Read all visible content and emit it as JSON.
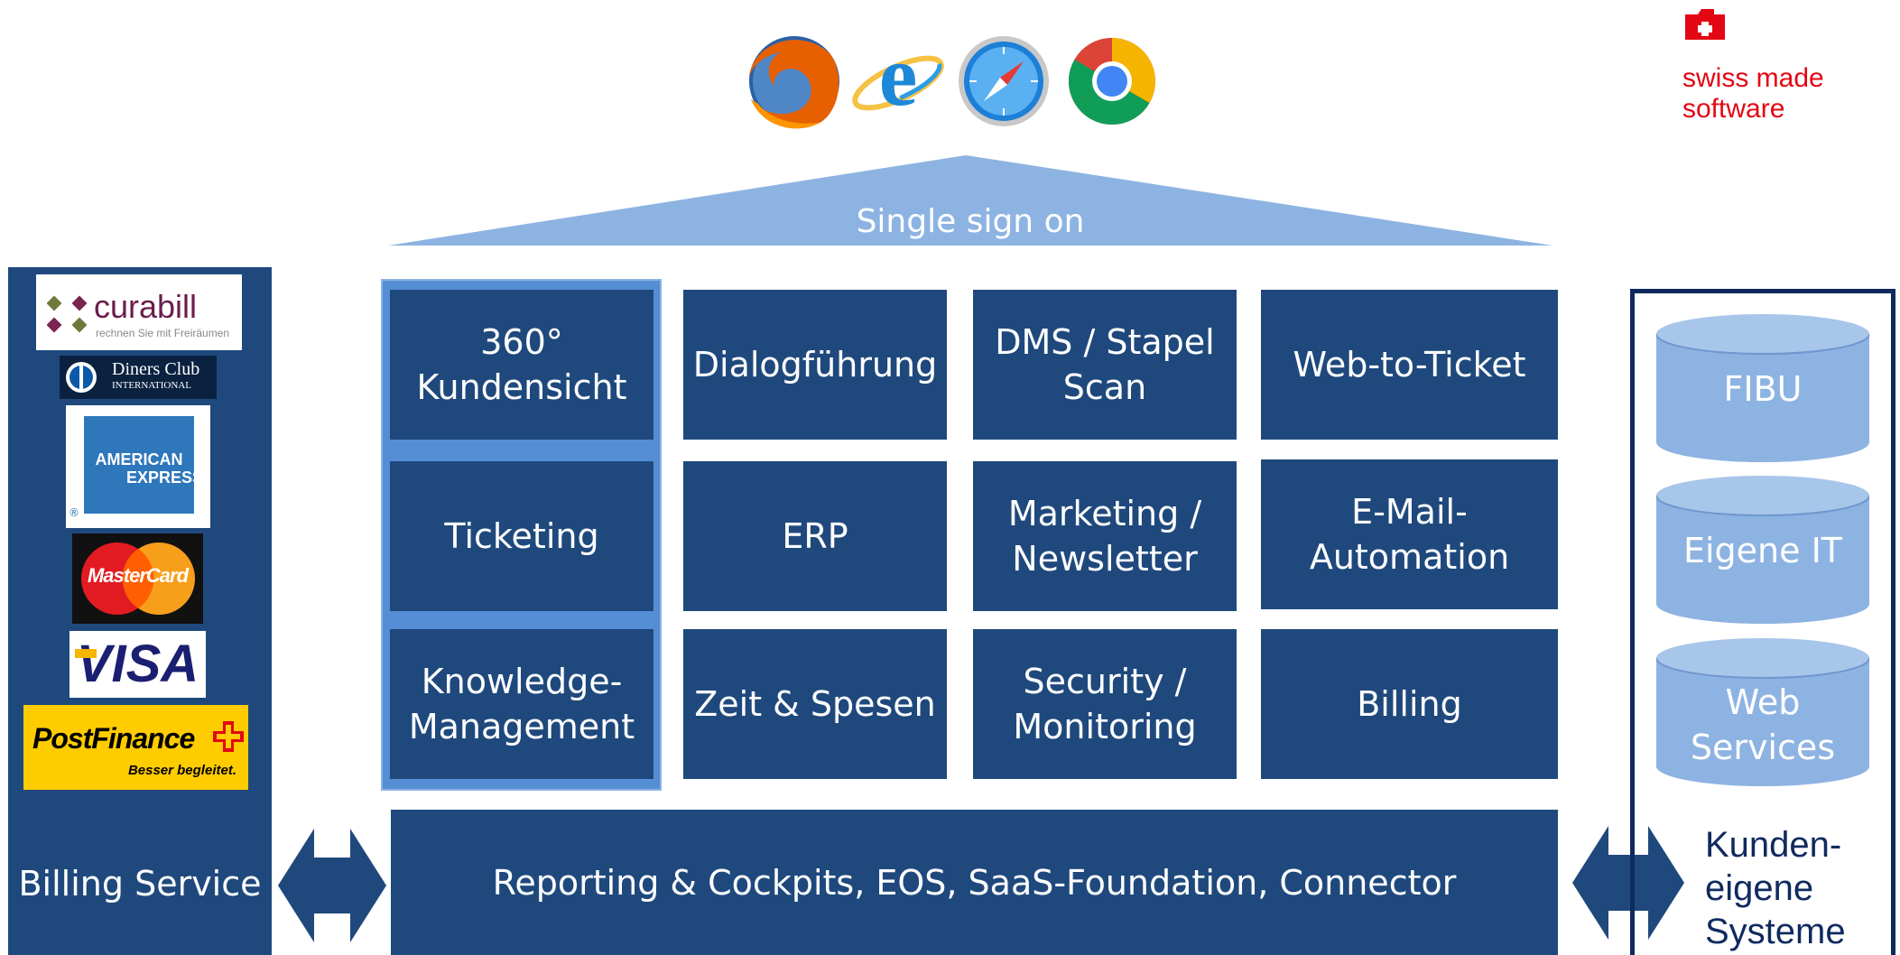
{
  "browsers": [
    {
      "icon": "firefox-icon"
    },
    {
      "icon": "internet-explorer-icon"
    },
    {
      "icon": "safari-icon"
    },
    {
      "icon": "chrome-icon"
    }
  ],
  "brand": {
    "line1": "swiss made",
    "line2": "software",
    "color": "#e30613"
  },
  "sso_label": "Single sign on",
  "modules": [
    [
      "360°\nKundensicht",
      "Dialogführung",
      "DMS / Stapel\nScan",
      "Web-to-Ticket"
    ],
    [
      "Ticketing",
      "ERP",
      "Marketing /\nNewsletter",
      "E-Mail-\nAutomation"
    ],
    [
      "Knowledge-\nManagement",
      "Zeit & Spesen",
      "Security /\nMonitoring",
      "Billing"
    ]
  ],
  "foundation_label": "Reporting & Cockpits, EOS, SaaS-Foundation, Connector",
  "billing": {
    "label": "Billing Service",
    "logos": {
      "curabill": {
        "name": "curabill",
        "tagline": "rechnen Sie mit Freiräumen"
      },
      "diners": {
        "line1": "Diners Club",
        "line2": "INTERNATIONAL"
      },
      "amex": {
        "line1": "AMERICAN",
        "line2": "EXPRESS"
      },
      "mastercard": {
        "name": "MasterCard"
      },
      "visa": {
        "name": "VISA"
      },
      "postfinance": {
        "name": "PostFinance",
        "tagline": "Besser begleitet."
      }
    }
  },
  "customer_systems": {
    "label": "Kunden-\neigene\nSysteme",
    "databases": [
      "FIBU",
      "Eigene IT",
      "Web\nServices"
    ]
  },
  "colors": {
    "tile": "#1f497d",
    "light_blue": "#8db3e2",
    "selected_border": "#558ed5"
  }
}
